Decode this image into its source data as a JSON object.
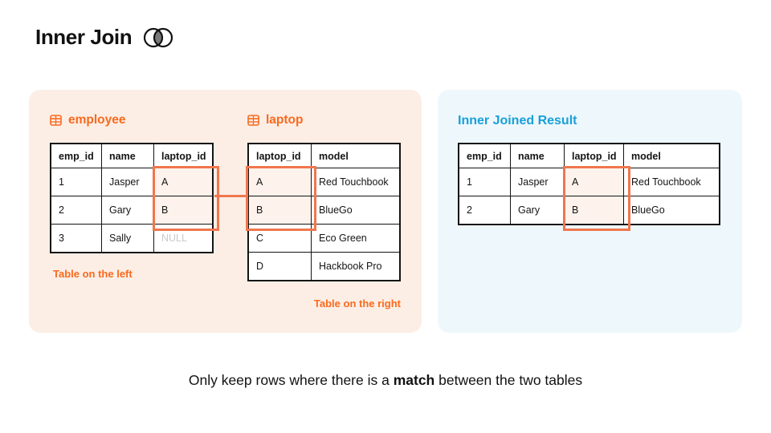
{
  "page": {
    "title": "Inner Join"
  },
  "left_panel": {
    "employee": {
      "label": "employee",
      "caption": "Table on the left",
      "table": {
        "headers": [
          "emp_id",
          "name",
          "laptop_id"
        ],
        "rows": [
          [
            "1",
            "Jasper",
            "A"
          ],
          [
            "2",
            "Gary",
            "B"
          ],
          [
            "3",
            "Sally",
            "NULL"
          ]
        ],
        "muted_cells": [
          [
            2,
            2
          ]
        ],
        "highlight_cells": [
          [
            0,
            2
          ],
          [
            1,
            2
          ]
        ]
      }
    },
    "laptop": {
      "label": "laptop",
      "caption": "Table on the right",
      "table": {
        "headers": [
          "laptop_id",
          "model"
        ],
        "rows": [
          [
            "A",
            "Red Touchbook"
          ],
          [
            "B",
            "BlueGo"
          ],
          [
            "C",
            "Eco Green"
          ],
          [
            "D",
            "Hackbook Pro"
          ]
        ],
        "muted_cells": [],
        "highlight_cells": [
          [
            0,
            0
          ],
          [
            1,
            0
          ]
        ]
      }
    }
  },
  "right_panel": {
    "title": "Inner Joined Result",
    "table": {
      "headers": [
        "emp_id",
        "name",
        "laptop_id",
        "model"
      ],
      "rows": [
        [
          "1",
          "Jasper",
          "A",
          "Red Touchbook"
        ],
        [
          "2",
          "Gary",
          "B",
          "BlueGo"
        ]
      ],
      "muted_cells": [],
      "highlight_cells": [
        [
          0,
          2
        ],
        [
          1,
          2
        ]
      ]
    }
  },
  "footer": {
    "prefix": "Only keep rows where there is a ",
    "bold": "match",
    "suffix": " between the two tables"
  },
  "colors": {
    "accent_orange": "#F96A1E",
    "highlight_border": "#F1764E",
    "highlight_fill": "#FDF3EC",
    "left_panel_bg": "#FCEEE5",
    "right_panel_bg": "#EEF7FC",
    "accent_blue": "#18A0DA",
    "muted_text": "#C9C9C9",
    "table_border": "#141414"
  }
}
